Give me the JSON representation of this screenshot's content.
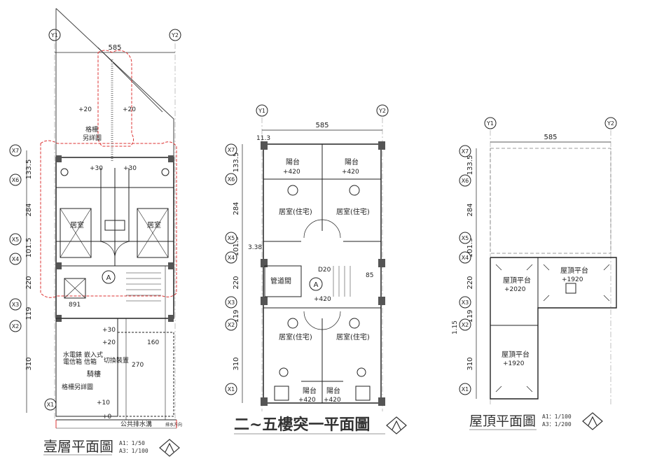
{
  "plan1": {
    "title": "壹層平面圖",
    "scale_a1": "A1：1/50",
    "scale_a3": "A3：1/100",
    "dim_top": "585",
    "dims_left": [
      "133.5",
      "284",
      "101.5",
      "220",
      "119",
      "310"
    ],
    "grid_x": [
      "Y1",
      "Y2"
    ],
    "grid_y": [
      "X7",
      "X6",
      "X5",
      "X4",
      "X3",
      "X2",
      "X1"
    ],
    "room_left": "居室",
    "room_right": "居室",
    "lvl_top_left": "+20",
    "lvl_top_right": "+20",
    "lvl_mid_left": "+30",
    "lvl_mid_right": "+30",
    "lvl_low1": "+30",
    "lvl_low2": "+20",
    "lvl_low3": "+10",
    "lvl_low4": "+0",
    "label_meter": "格柵\n另詳圖",
    "label_utility1": "水電錶\n電信箱",
    "label_utility2": "嵌入式\n信箱",
    "label_switch": "切換裝置",
    "label_riding": "騎樓",
    "label_grille": "格柵另詳圖",
    "label_drain": "公共排水溝",
    "label_dir": "排水方向",
    "dim_160": "160",
    "dim_270": "270",
    "code_891": "891",
    "circle_A": "A"
  },
  "plan2": {
    "title": "二~五樓突一平面圖",
    "dim_top": "585",
    "dim_113": "11.3",
    "dims_left": [
      "133.5",
      "284",
      "101.5",
      "220",
      "119",
      "310"
    ],
    "dim_338": "3.38",
    "grid_x": [
      "Y1",
      "Y2"
    ],
    "grid_y": [
      "X7",
      "X6",
      "X5",
      "X4",
      "X3",
      "X2",
      "X1"
    ],
    "balcony": "陽台",
    "lvl_420": "+420",
    "living": "居室(住宅)",
    "pipe": "管道間",
    "circle_A": "A",
    "code_85": "85",
    "code_d20": "D20"
  },
  "plan3": {
    "title": "屋頂平面圖",
    "scale_a1": "A1：1/100",
    "scale_a3": "A3：1/200",
    "dim_top": "585",
    "dims_left": [
      "133.5",
      "284",
      "101.5",
      "220",
      "119",
      "310"
    ],
    "dim_115": "1.15",
    "grid_x": [
      "Y1",
      "Y2"
    ],
    "grid_y": [
      "X7",
      "X6",
      "X5",
      "X4",
      "X3",
      "X2",
      "X1"
    ],
    "roof": "屋頂平台",
    "lvl_2020": "+2020",
    "lvl_1920": "+1920"
  }
}
